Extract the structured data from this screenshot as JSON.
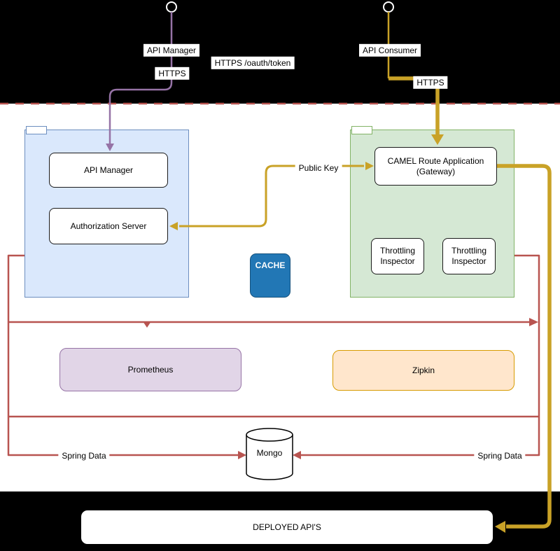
{
  "colors": {
    "auth_flow_purple": "#9673a6",
    "consumer_flow_gold": "#c9a227",
    "metrics_red": "#b85450",
    "cache_blue": "#2277b5",
    "management_zone_fill": "#dae8fc",
    "gateway_zone_fill": "#d5e8d4",
    "prometheus_fill": "#e1d5e7",
    "zipkin_fill": "#ffe6cc"
  },
  "top_labels": {
    "api_manager_flow": "API Manager",
    "https_left": "HTTPS",
    "oauth_token": "HTTPS /oauth/token",
    "api_consumer_flow": "API Consumer",
    "https_right": "HTTPS"
  },
  "management_zone": {
    "api_manager_box": "API Manager",
    "authorization_server_box": "Authorization Server"
  },
  "gateway_zone": {
    "camel_route_line1": "CAMEL Route Application",
    "camel_route_line2": "(Gateway)",
    "throttling_inspector_1": "Throttling Inspector",
    "throttling_inspector_2": "Throttling Inspector"
  },
  "cache": {
    "label": "CACHE"
  },
  "links": {
    "public_key": "Public Key",
    "spring_data_left": "Spring Data",
    "spring_data_right": "Spring Data"
  },
  "observability": {
    "prometheus": "Prometheus",
    "zipkin": "Zipkin"
  },
  "database": {
    "mongo": "Mongo"
  },
  "deployed_apis": {
    "label": "DEPLOYED API'S"
  }
}
